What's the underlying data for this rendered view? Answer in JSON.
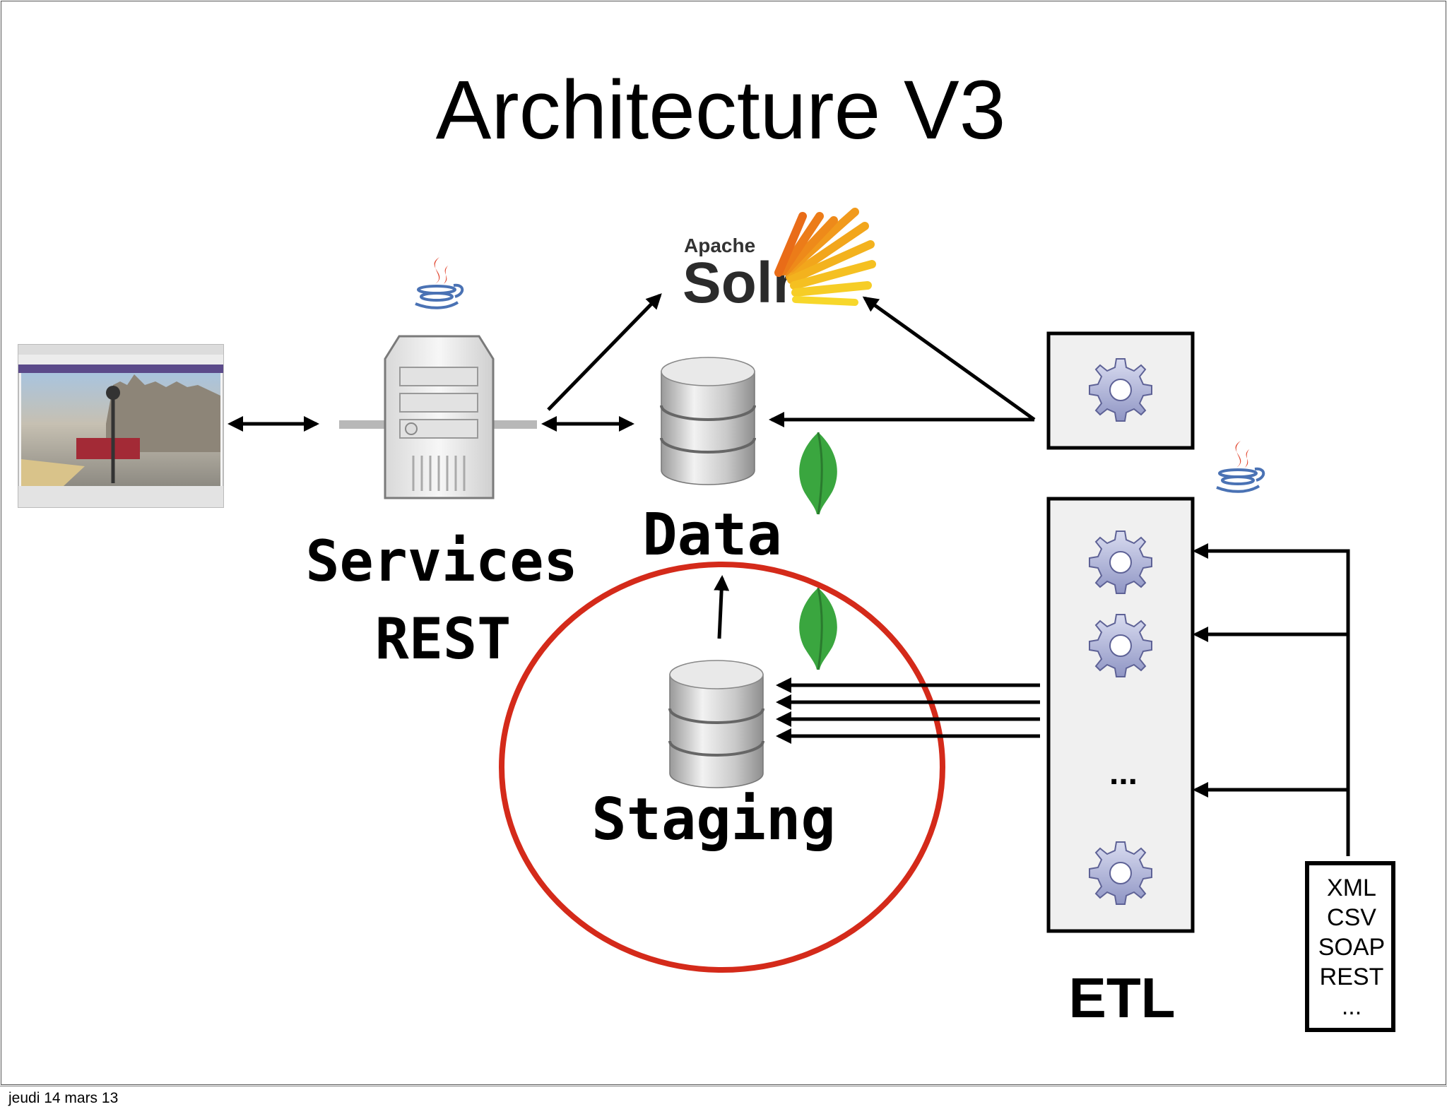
{
  "title": "Architecture V3",
  "solr_logo": {
    "prefix": "Apache",
    "name": "Solr"
  },
  "labels": {
    "services_line1": "Services",
    "services_line2": "REST",
    "data": "Data",
    "staging": "Staging",
    "etl": "ETL",
    "ellipsis": "..."
  },
  "formats": [
    "XML",
    "CSV",
    "SOAP",
    "REST",
    "..."
  ],
  "footer_date": "jeudi 14 mars 13",
  "colors": {
    "highlight_circle": "#d42a1a",
    "mongodb_leaf": "#3aa63f",
    "java_red": "#e0412a",
    "java_blue": "#4a72b4",
    "solr_orange": "#f08a1c"
  },
  "icons": [
    "browser-screenshot",
    "java-icon",
    "server-icon",
    "database-icon",
    "mongodb-leaf-icon",
    "gear-icon",
    "solr-logo"
  ]
}
